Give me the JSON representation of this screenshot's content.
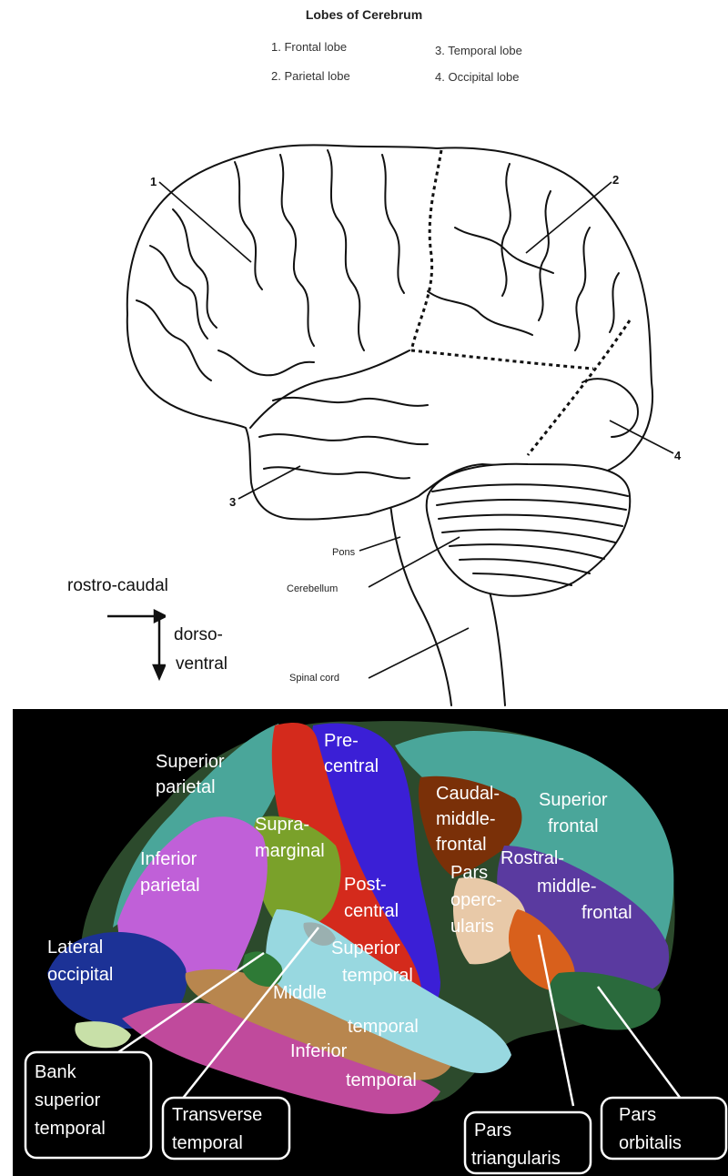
{
  "legend": {
    "title": "Lobes of Cerebrum",
    "items": [
      "1. Frontal lobe",
      "2. Parietal lobe",
      "3. Temporal lobe",
      "4. Occipital lobe"
    ]
  },
  "top_diagram": {
    "markers": [
      "1",
      "2",
      "3",
      "4"
    ],
    "structures": [
      "Pons",
      "Cerebellum",
      "Spinal cord"
    ]
  },
  "orientation": {
    "horizontal": "rostro-caudal",
    "vertical_line1": "dorso-",
    "vertical_line2": "ventral"
  },
  "regions": {
    "superior_parietal": [
      "Superior",
      "parietal"
    ],
    "precentral": [
      "Pre-",
      "central"
    ],
    "caudal_middle_frontal": [
      "Caudal-",
      "middle-",
      "frontal"
    ],
    "superior_frontal": [
      "Superior",
      "frontal"
    ],
    "supramarginal": [
      "Supra-",
      "marginal"
    ],
    "inferior_parietal": [
      "Inferior",
      "parietal"
    ],
    "postcentral": [
      "Post-",
      "central"
    ],
    "pars_opercularis": [
      "Pars",
      "operc-",
      "ularis"
    ],
    "rostral_middle_frontal": [
      "Rostral-",
      "middle-",
      "frontal"
    ],
    "lateral_occipital": [
      "Lateral",
      "occipital"
    ],
    "superior_temporal": [
      "Superior",
      "temporal"
    ],
    "middle_temporal": [
      "Middle",
      "temporal"
    ],
    "inferior_temporal": [
      "Inferior",
      "temporal"
    ]
  },
  "callouts": {
    "bank_superior_temporal": [
      "Bank",
      "superior",
      "temporal"
    ],
    "transverse_temporal": [
      "Transverse",
      "temporal"
    ],
    "pars_triangularis": [
      "Pars",
      "triangularis"
    ],
    "pars_orbitalis": [
      "Pars",
      "orbitalis"
    ]
  },
  "colors": {
    "background": "#000000",
    "superior_frontal": "#4aa69a",
    "precentral": "#3b1fd6",
    "postcentral": "#d42a1c",
    "caudal_middle_frontal": "#7a3008",
    "rostral_middle_frontal": "#5a3aa0",
    "supramarginal": "#7aa12a",
    "inferior_parietal": "#c060d8",
    "lateral_occipital": "#1c3296",
    "superior_temporal": "#98d8e0",
    "middle_temporal": "#b8864e",
    "inferior_temporal": "#c04a9c",
    "pars_opercularis": "#e8c9a8",
    "pars_triangularis": "#d8601c",
    "pars_orbitalis": "#2a6a3c",
    "bank_superior_temporal": "#2e7a36",
    "transverse_temporal": "#9ab0b0"
  }
}
